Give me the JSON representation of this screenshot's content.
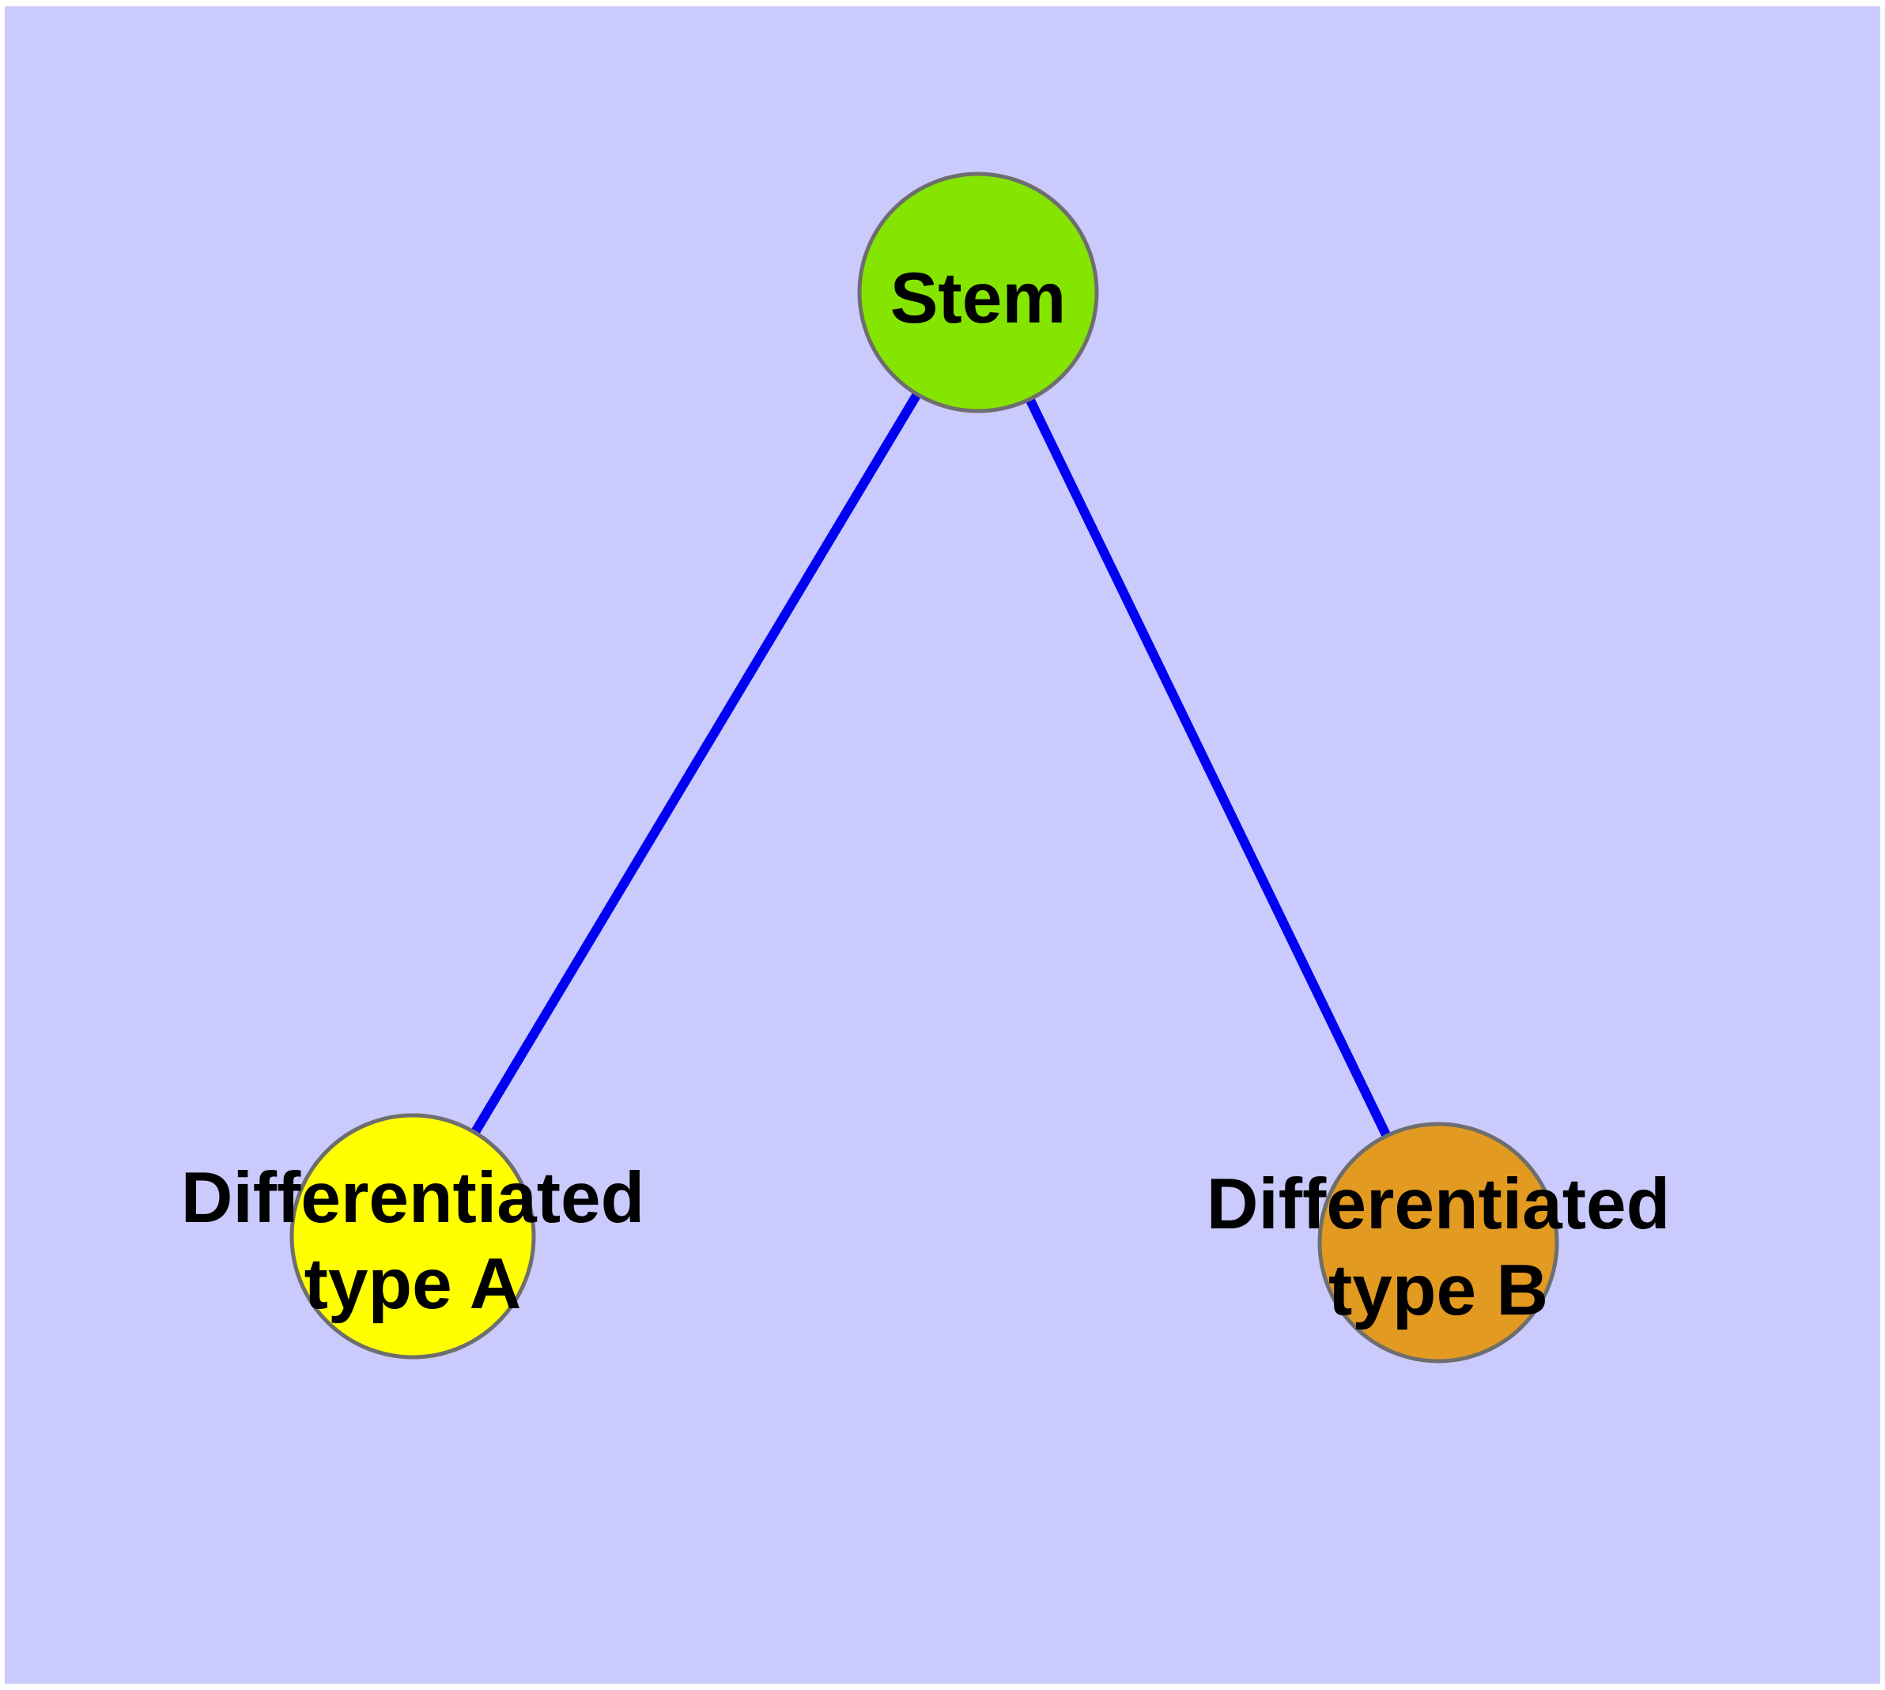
{
  "canvas": {
    "page_color": "#ffffff",
    "background_color": "#cacafc",
    "node_border_color": "#6e6e6e",
    "text_color": "#000000"
  },
  "edges": {
    "color": "#0000f2",
    "items": [
      {
        "from": "Stem",
        "to": "Differentiated type A"
      },
      {
        "from": "Stem",
        "to": "Differentiated type B"
      }
    ]
  },
  "nodes": [
    {
      "id": "stem",
      "label": "Stem",
      "label_lines": [
        "Stem"
      ],
      "color": "#85e500"
    },
    {
      "id": "differentiated-type-a",
      "label": "Differentiated type A",
      "label_lines": [
        "Differentiated",
        "type A"
      ],
      "color": "#ffff00"
    },
    {
      "id": "differentiated-type-b",
      "label": "Differentiated type B",
      "label_lines": [
        "Differentiated",
        "type B"
      ],
      "color": "#e29a20"
    }
  ]
}
